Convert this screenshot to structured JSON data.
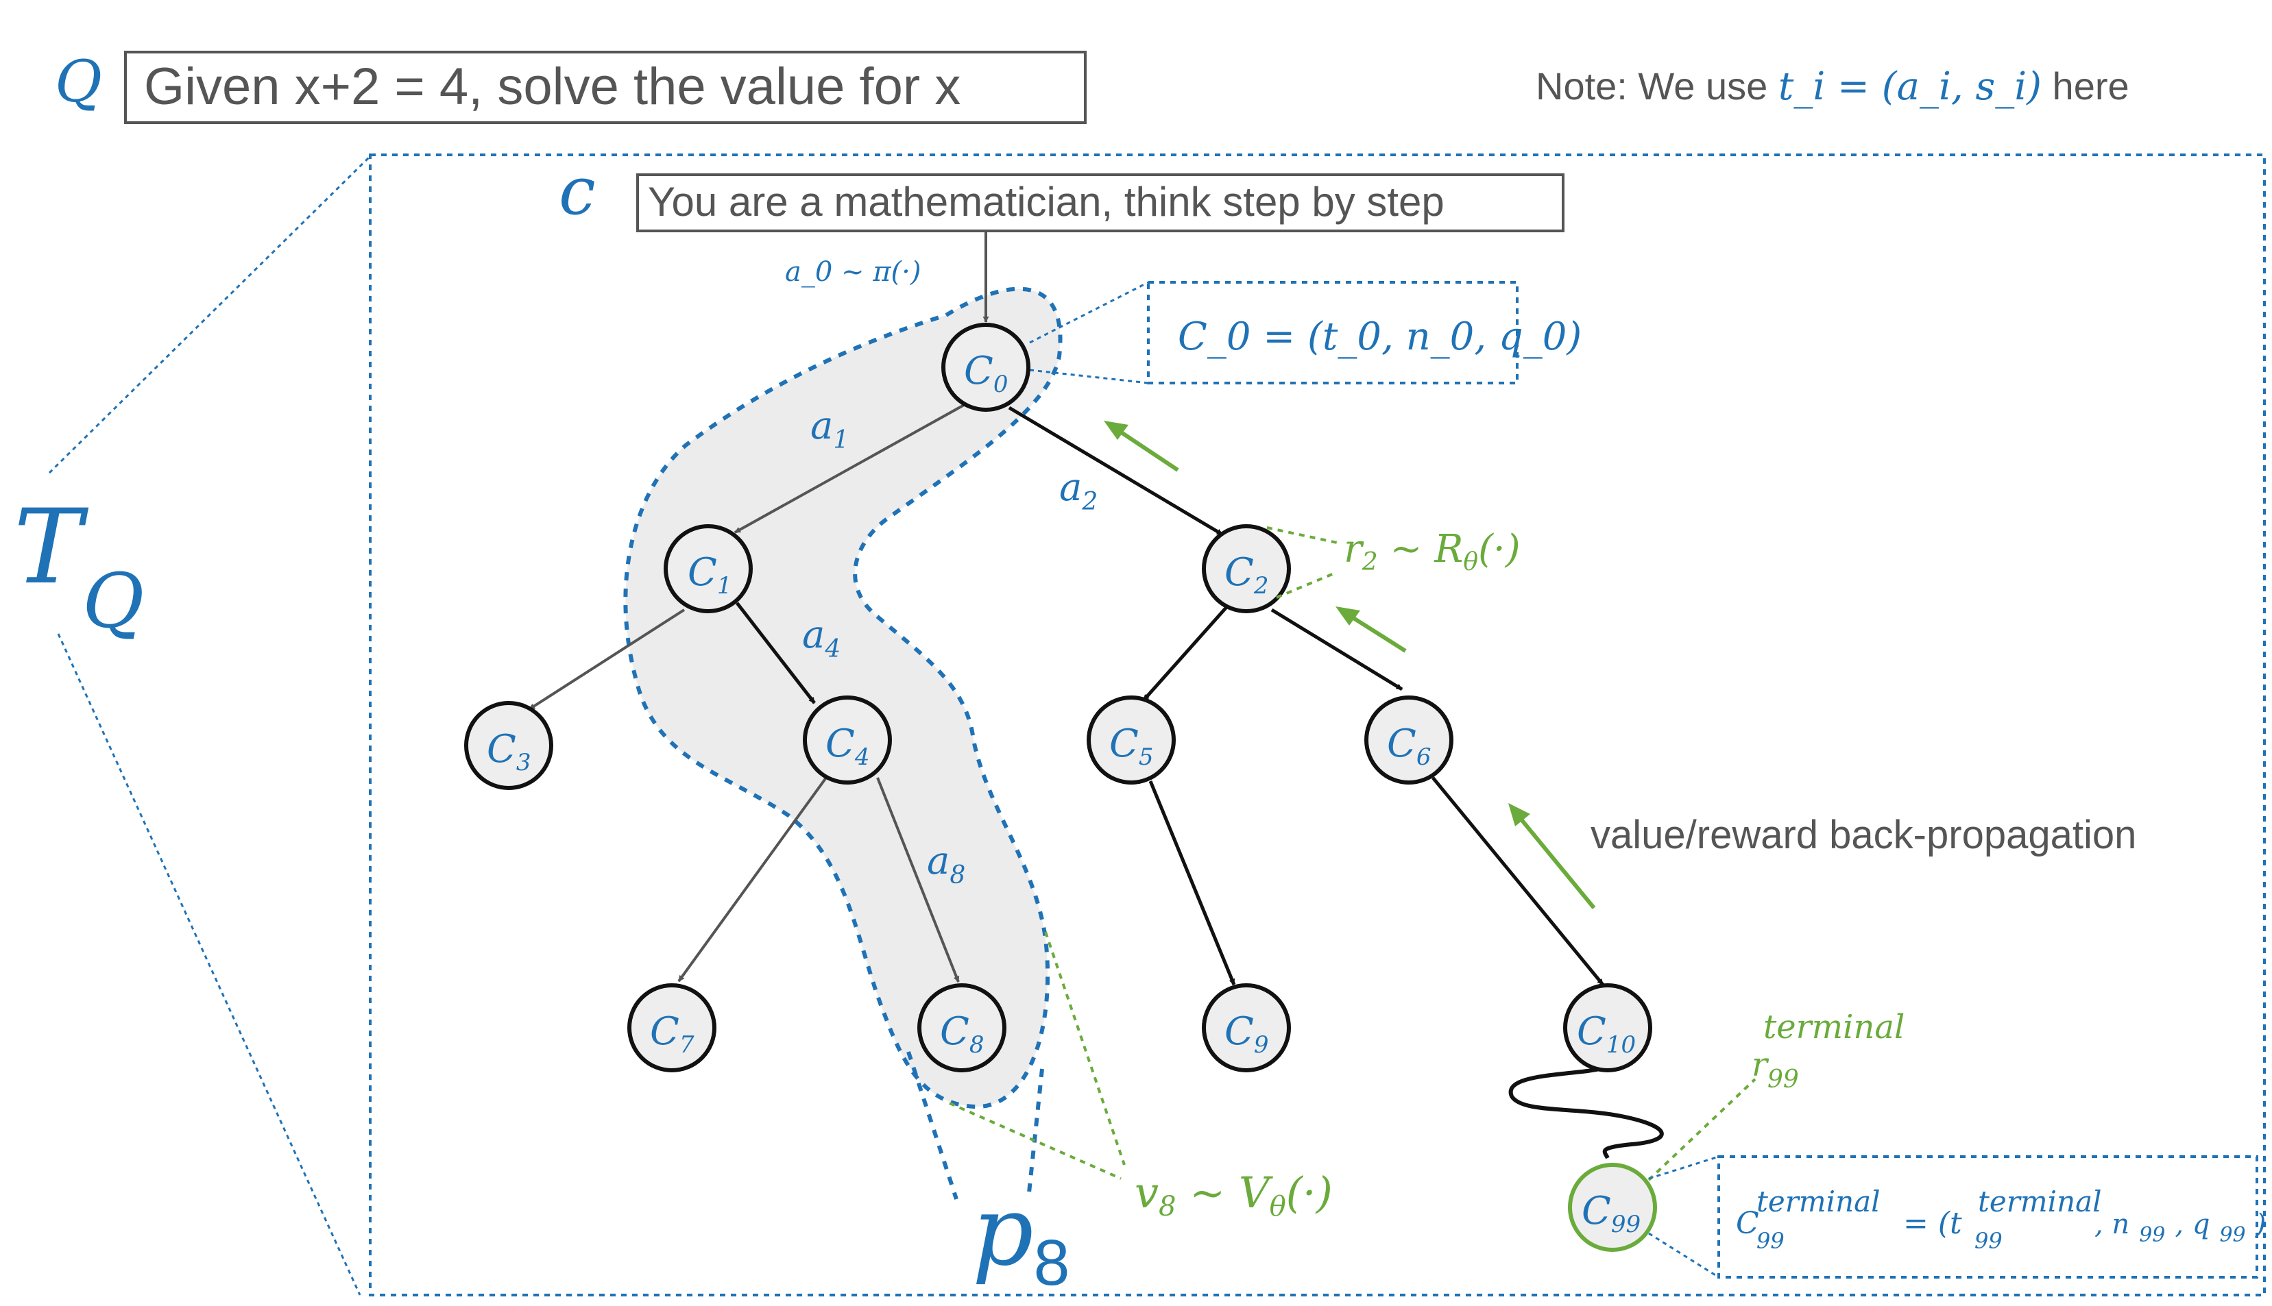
{
  "colors": {
    "blue": "#1f72b6",
    "green": "#6aab3b",
    "dark": "#111111",
    "gray_edge": "#555555",
    "node_fill": "#eeeeee",
    "path_fill": "#ececec",
    "box_stroke": "#555555"
  },
  "question": {
    "symbol": "Q",
    "text": "Given x+2 = 4, solve the value for x"
  },
  "note": {
    "prefix": "Note: We use ",
    "formula": "t_i = (a_i, s_i)",
    "suffix": " here"
  },
  "tree_label": {
    "main": "T",
    "sub": "Q"
  },
  "context": {
    "symbol": "c",
    "text": "You are a mathematician, think step by step"
  },
  "a0_label": "a_0 ~ π(·)",
  "c0_definition": "C_0 = (t_0, n_0, q_0)",
  "nodes": [
    {
      "id": "c0",
      "label": "C",
      "sub": "0",
      "highlight": false
    },
    {
      "id": "c1",
      "label": "C",
      "sub": "1",
      "highlight": false
    },
    {
      "id": "c2",
      "label": "C",
      "sub": "2",
      "highlight": false
    },
    {
      "id": "c3",
      "label": "C",
      "sub": "3",
      "highlight": false
    },
    {
      "id": "c4",
      "label": "C",
      "sub": "4",
      "highlight": false
    },
    {
      "id": "c5",
      "label": "C",
      "sub": "5",
      "highlight": false
    },
    {
      "id": "c6",
      "label": "C",
      "sub": "6",
      "highlight": false
    },
    {
      "id": "c7",
      "label": "C",
      "sub": "7",
      "highlight": false
    },
    {
      "id": "c8",
      "label": "C",
      "sub": "8",
      "highlight": false
    },
    {
      "id": "c9",
      "label": "C",
      "sub": "9",
      "highlight": false
    },
    {
      "id": "c10",
      "label": "C",
      "sub": "10",
      "highlight": false
    },
    {
      "id": "c99",
      "label": "C",
      "sub": "99",
      "highlight": true
    }
  ],
  "edge_labels": {
    "a1": {
      "main": "a",
      "sub": "1"
    },
    "a2": {
      "main": "a",
      "sub": "2"
    },
    "a4": {
      "main": "a",
      "sub": "4"
    },
    "a8": {
      "main": "a",
      "sub": "8"
    }
  },
  "reward_label": {
    "main": "r",
    "sub": "2",
    "rest": " ~ R",
    "theta": "θ",
    "tail": "(·)"
  },
  "value_label": {
    "main": "v",
    "sub": "8",
    "rest": " ~ V",
    "theta": "θ",
    "tail": "(·)"
  },
  "backprop_text": "value/reward back-propagation",
  "terminal_reward": {
    "main": "r",
    "sub": "99",
    "sup": "terminal"
  },
  "path_label": {
    "main": "p",
    "sub": "8"
  },
  "terminal_definition": {
    "lhs_main": "C",
    "lhs_sub": "99",
    "lhs_sup": "terminal",
    "eq": "= (t",
    "t_sub": "99",
    "t_sup": "terminal",
    "rest": ", n",
    "n_sub": "99",
    "sep": ", q",
    "q_sub": "99",
    "close": ")"
  }
}
